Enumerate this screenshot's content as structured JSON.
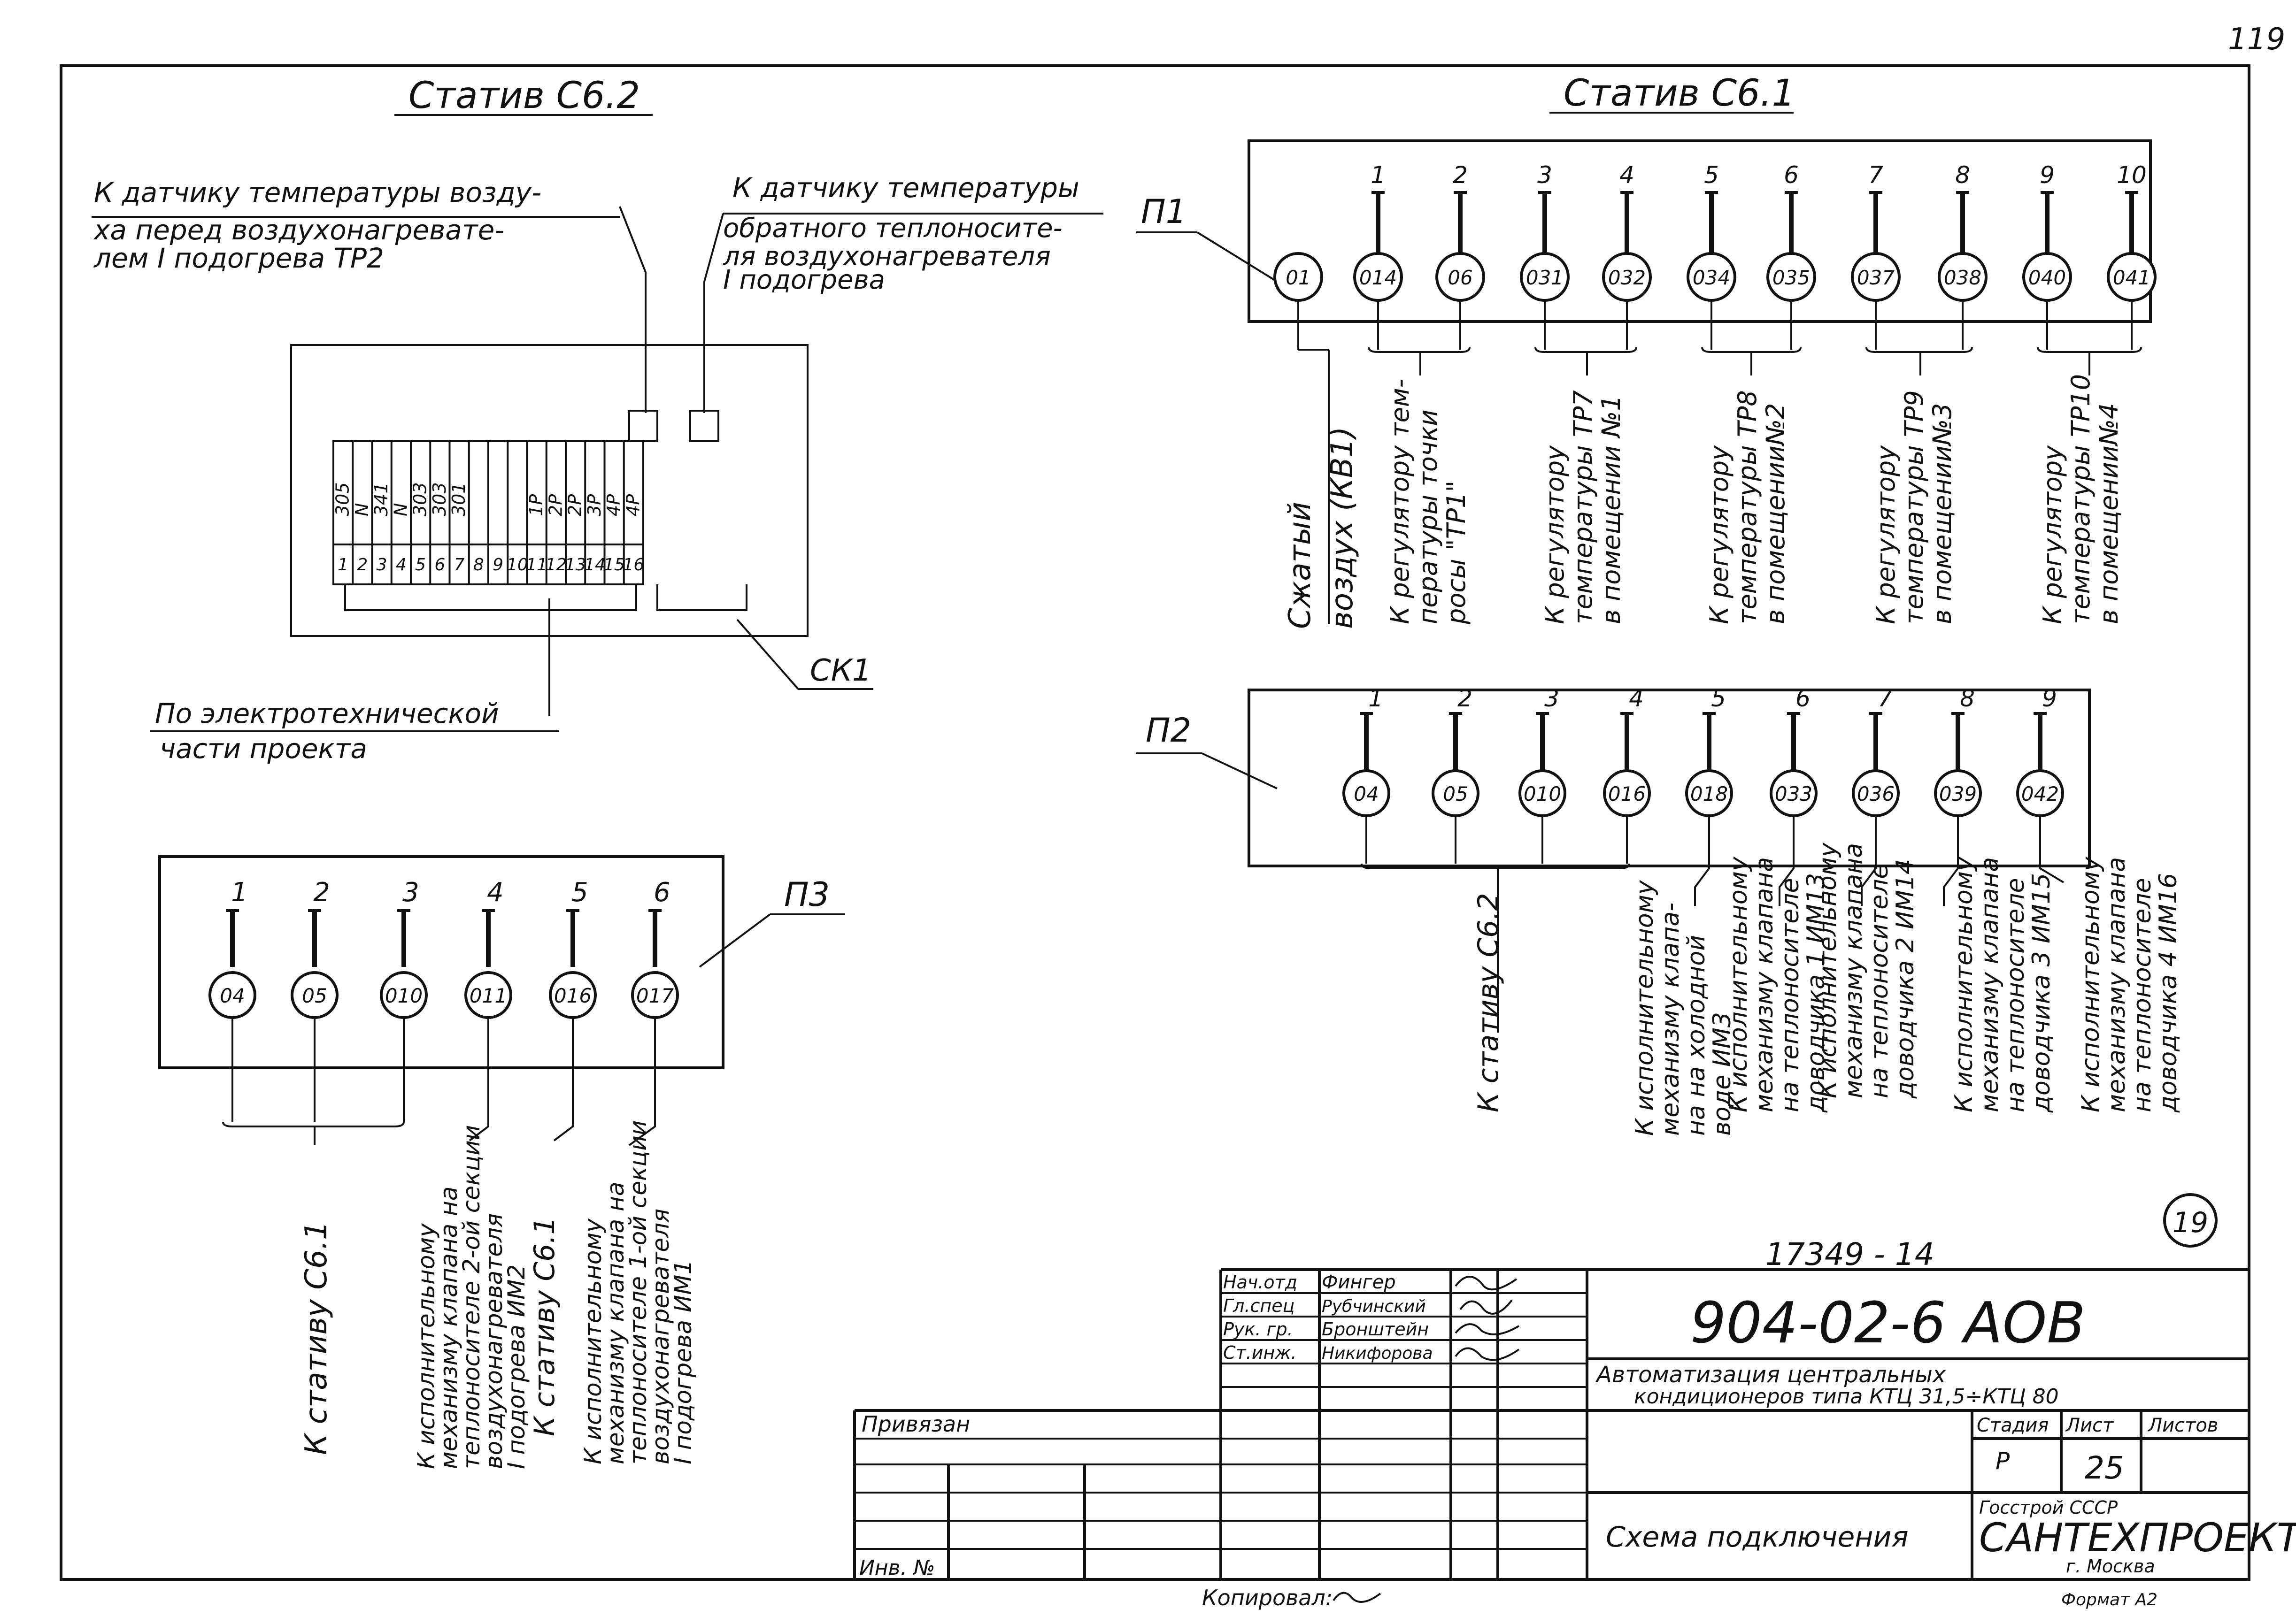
{
  "page_num": "119",
  "sheet_circle": "19",
  "doc_number": "17349 - 14",
  "rack_c62": {
    "title": "Статив С6.2",
    "lead1": [
      "К датчику температуры возду-",
      "ха перед воздухонагревате-",
      "лем I подогрева ТР2"
    ],
    "lead2": [
      "К датчику температуры",
      "обратного теплоносите-",
      "ля воздухонагревателя",
      "I подогрева"
    ],
    "terminals": [
      "1",
      "2",
      "3",
      "4",
      "5",
      "6",
      "7",
      "8",
      "9",
      "10",
      "11",
      "12",
      "13",
      "14",
      "15",
      "16"
    ],
    "wires": [
      "305",
      "N",
      "341",
      "N",
      "303",
      "303",
      "301",
      "",
      "",
      "",
      "1P",
      "2P",
      "2P",
      "3P",
      "4P",
      "4P"
    ],
    "label_ck": "СК1",
    "electro": [
      "По электротехнической",
      "части   проекта"
    ]
  },
  "rack_c61": {
    "title": "Статив С6.1",
    "panel": "П1",
    "numbers": [
      "1",
      "2",
      "3",
      "4",
      "5",
      "6",
      "7",
      "8",
      "9",
      "10"
    ],
    "circles": [
      "01",
      "014",
      "06",
      "031",
      "032",
      "034",
      "035",
      "037",
      "038",
      "040",
      "041"
    ],
    "descs": [
      [
        "Сжатый",
        "воздух (КВ1)"
      ],
      [
        "К регулятору тем-",
        "пературы точки",
        "росы \"ТР1\""
      ],
      [
        "К регулятору",
        "температуры ТР7",
        "в помещении №1"
      ],
      [
        "К регулятору",
        "температуры ТР8",
        "в помещении№2"
      ],
      [
        "К регулятору",
        "температуры ТР9",
        "в помещении№3"
      ],
      [
        "К регулятору",
        "температуры ТР10",
        "в помещении№4"
      ]
    ]
  },
  "panel_p2": {
    "panel": "П2",
    "numbers": [
      "1",
      "2",
      "3",
      "4",
      "5",
      "6",
      "7",
      "8",
      "9"
    ],
    "circles": [
      "04",
      "05",
      "010",
      "016",
      "018",
      "033",
      "036",
      "039",
      "042"
    ],
    "group_label": "К стативу С6.2",
    "descs": [
      [
        "К исполнительному",
        "механизму клапа-",
        "на на холодной",
        "воде ИМ3"
      ],
      [
        "К исполнительному",
        "механизму клапана",
        "на теплоносителе",
        "доводчика 1 ИМ13"
      ],
      [
        "К исполнительному",
        "механизму клапана",
        "на теплоносителе",
        "доводчика 2 ИМ14"
      ],
      [
        "К исполнительному",
        "механизму клапана",
        "на теплоносителе",
        "доводчика 3 ИМ15"
      ],
      [
        "К исполнительному",
        "механизму клапана",
        "на теплоносителе",
        "доводчика 4 ИМ16"
      ]
    ]
  },
  "panel_p3": {
    "panel": "П3",
    "numbers": [
      "1",
      "2",
      "3",
      "4",
      "5",
      "6"
    ],
    "circles": [
      "04",
      "05",
      "010",
      "011",
      "016",
      "017"
    ],
    "descs": [
      [
        "К стативу С6.1"
      ],
      [
        "К исполнительному",
        "механизму клапана на",
        "теплоносителе 2-ой секции",
        "воздухонагревателя",
        "I подогрева ИМ2"
      ],
      [
        "К стативу С6.1"
      ],
      [
        "К исполнительному",
        "механизму клапана на",
        "теплоносителе 1-ой секции",
        "воздухонагревателя",
        "I подогрева ИМ1"
      ]
    ]
  },
  "title_block": {
    "roles": [
      "Нач.отд",
      "Гл.спец",
      "Рук. гр.",
      "Ст.инж."
    ],
    "names": [
      "Фингер",
      "Рубчинский",
      "Бронштейн",
      "Никифорова"
    ],
    "privyazan": "Привязан",
    "inv": "Инв. №",
    "code": "904-02-6   АОВ",
    "subject": [
      "Автоматизация центральных",
      "кондиционеров типа КТЦ 31,5÷КТЦ 80"
    ],
    "stage_label": "Стадия",
    "sheet_label": "Лист",
    "sheets_label": "Листов",
    "stage": "Р",
    "sheet": "25",
    "drawing": "Схема подключения",
    "org_top": "Госстрой        СССР",
    "org": "САНТЕХПРОЕКТ",
    "city": "г. Москва",
    "copied": "Копировал:",
    "format": "Формат А2"
  }
}
